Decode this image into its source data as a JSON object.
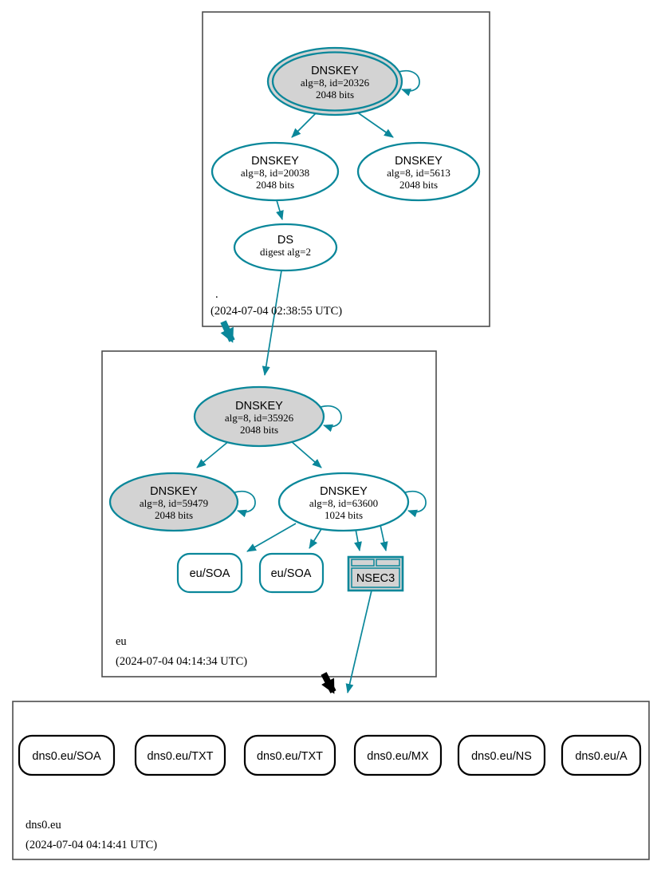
{
  "diagram": {
    "kind": "dnssec-authentication-chain",
    "colors": {
      "teal": "#0a879a",
      "black": "#000000",
      "node_fill_gray": "#d3d3d3",
      "node_fill_white": "#ffffff",
      "zone_border": "#4d4d4d"
    },
    "zones": [
      {
        "name": ".",
        "timestamp": "(2024-07-04 02:38:55 UTC)",
        "nodes": {
          "ksk": {
            "title": "DNSKEY",
            "attrs": "alg=8, id=20326",
            "bits": "2048 bits"
          },
          "zsk1": {
            "title": "DNSKEY",
            "attrs": "alg=8, id=20038",
            "bits": "2048 bits"
          },
          "zsk2": {
            "title": "DNSKEY",
            "attrs": "alg=8, id=5613",
            "bits": "2048 bits"
          },
          "ds": {
            "title": "DS",
            "attrs": "digest alg=2"
          }
        }
      },
      {
        "name": "eu",
        "timestamp": "(2024-07-04 04:14:34 UTC)",
        "nodes": {
          "ksk": {
            "title": "DNSKEY",
            "attrs": "alg=8, id=35926",
            "bits": "2048 bits"
          },
          "ksk2": {
            "title": "DNSKEY",
            "attrs": "alg=8, id=59479",
            "bits": "2048 bits"
          },
          "zsk": {
            "title": "DNSKEY",
            "attrs": "alg=8, id=63600",
            "bits": "1024 bits"
          },
          "soa1": {
            "label": "eu/SOA"
          },
          "soa2": {
            "label": "eu/SOA"
          },
          "nsec3": {
            "label": "NSEC3"
          }
        }
      },
      {
        "name": "dns0.eu",
        "timestamp": "(2024-07-04 04:14:41 UTC)",
        "nodes": {
          "soa": {
            "label": "dns0.eu/SOA"
          },
          "txt1": {
            "label": "dns0.eu/TXT"
          },
          "txt2": {
            "label": "dns0.eu/TXT"
          },
          "mx": {
            "label": "dns0.eu/MX"
          },
          "ns": {
            "label": "dns0.eu/NS"
          },
          "a": {
            "label": "dns0.eu/A"
          }
        }
      }
    ]
  }
}
